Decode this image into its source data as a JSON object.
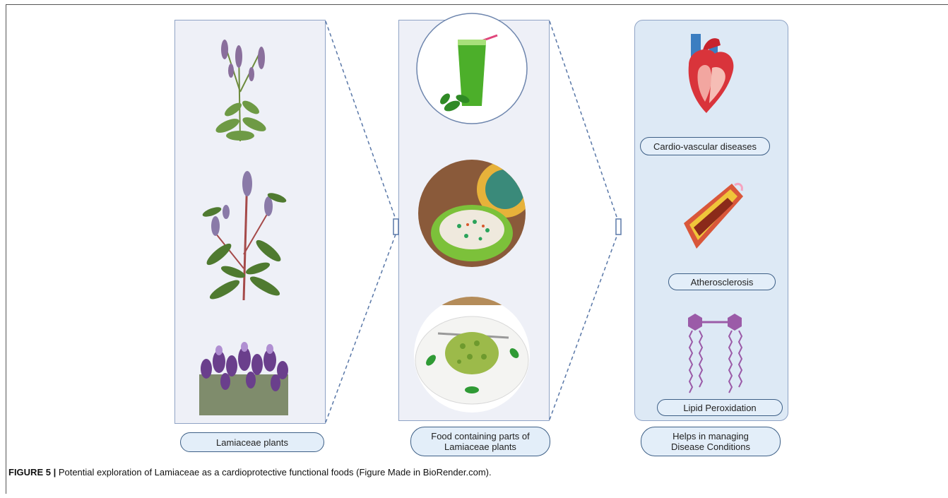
{
  "panels": {
    "plants_label": "Lamiaceae plants",
    "food_label": "Food containing parts of\nLamiaceae plants",
    "conditions_label": "Helps in managing\nDisease Conditions"
  },
  "conditions": {
    "cvd": "Cardio-vascular  diseases",
    "athero": "Atherosclerosis",
    "lipid": "Lipid Peroxidation"
  },
  "caption": {
    "label": "FIGURE 5 |",
    "text": " Potential exploration of Lamiaceae as a cardioprotective functional foods (Figure Made in BioRender.com)."
  },
  "colors": {
    "panel_border": "#8fa3c5",
    "pill_border": "#3d5f86",
    "pill_fill": "#e3eef9",
    "lipid_purple": "#9b5ba8"
  }
}
